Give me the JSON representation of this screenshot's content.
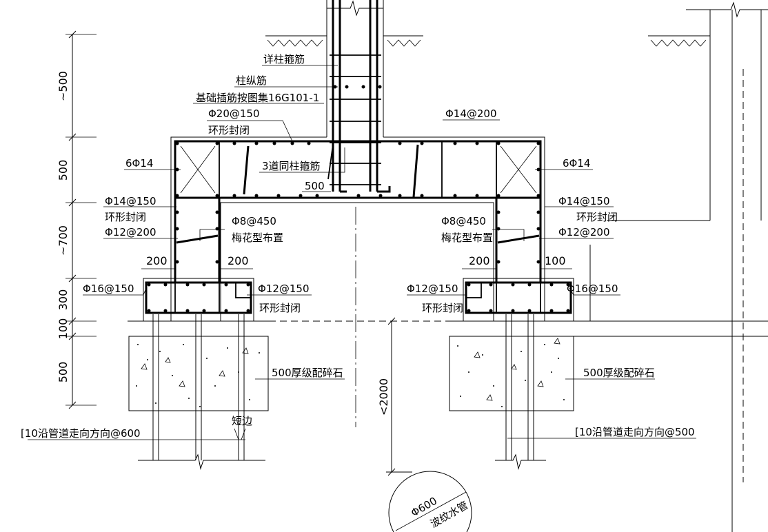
{
  "labels": {
    "stirrup_detail": "详柱箍筋",
    "column_long_bar": "柱纵筋",
    "dowel_note": "基础插筋按图集16G101-1",
    "top_ring_bar": "Φ20@150",
    "top_ring_closed": "环形封闭",
    "top_right_bar": "Φ14@200",
    "corner_bar_left": "6Φ14",
    "corner_bar_right": "6Φ14",
    "column_stirrups": "3道同柱箍筋",
    "column_stirrup_spacing": "500",
    "side_bar_left": "Φ14@150",
    "side_closed_left": "环形封闭",
    "side_bar_left_2": "Φ12@200",
    "tie_left": "Φ8@450",
    "tie_left_note": "梅花型布置",
    "tie_right": "Φ8@450",
    "tie_right_note": "梅花型布置",
    "side_bar_right": "Φ14@150",
    "side_closed_right": "环形封闭",
    "side_bar_right_2": "Φ12@200",
    "wall_left_1": "200",
    "wall_left_2": "200",
    "wall_right_1": "200",
    "wall_right_2": "100",
    "base_bar_left": "Φ16@150",
    "base_bar_left_inner": "Φ12@150",
    "base_closed_left": "环形封闭",
    "base_bar_right_inner": "Φ12@150",
    "base_closed_right": "环形封闭",
    "base_bar_right": "Φ16@150",
    "gravel_left": "500厚级配碎石",
    "gravel_right": "500厚级配碎石",
    "pile_left": "[10沿管道走向方向@600",
    "short_side": "短边",
    "pile_right": "[10沿管道走向方向@500",
    "depth": "<2000",
    "pipe_dia": "Φ600",
    "pipe_type": "波纹水管"
  },
  "dimensions": {
    "d1": "~500",
    "d2": "500",
    "d3": "~700",
    "d4": "300",
    "d5": "100",
    "d6": "500"
  },
  "icons": [
    "ground-hatch-icon",
    "break-line-icon",
    "concrete-hatch-icon"
  ]
}
